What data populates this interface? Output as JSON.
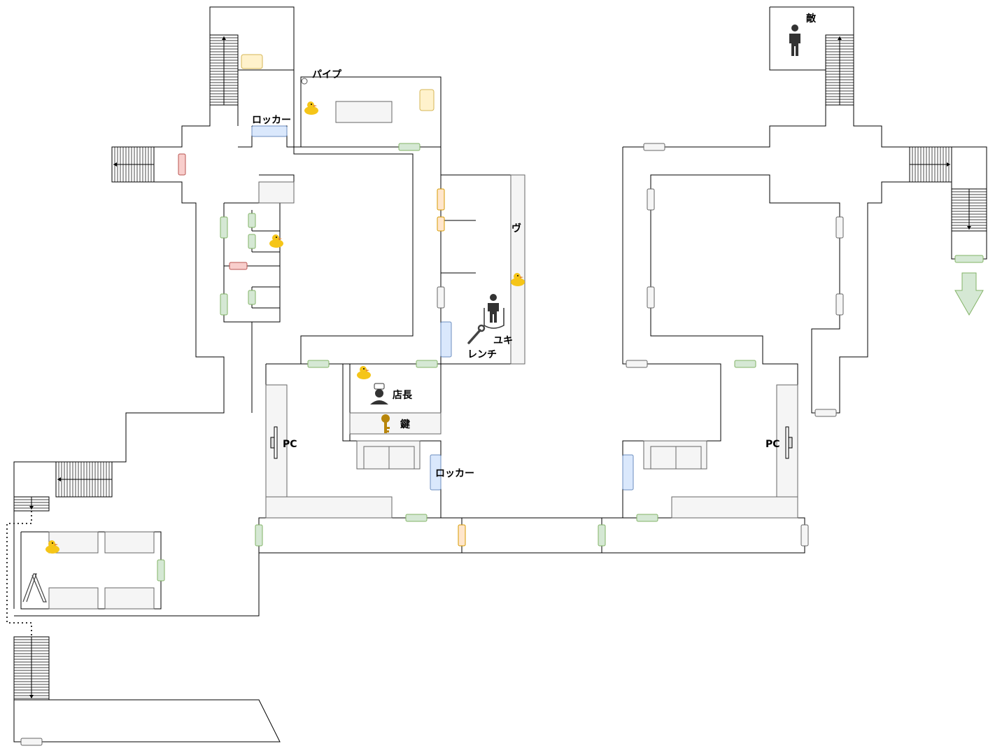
{
  "labels": {
    "enemy": "敵",
    "pipe": "パイプ",
    "locker_top": "ロッカー",
    "locker_bottom": "ロッカー",
    "yuki": "ユキ",
    "wrench": "レンチ",
    "manager": "店長",
    "key": "鍵",
    "pc_left": "PC",
    "pc_right": "PC",
    "hook_glyph": "ヴ"
  },
  "colors": {
    "door_green": "#d5e8d4",
    "door_green_stroke": "#82b366",
    "door_orange": "#ffe6cc",
    "door_orange_stroke": "#d79b00",
    "door_red": "#f8cecc",
    "door_red_stroke": "#b85450",
    "door_blue": "#dae8fc",
    "door_blue_stroke": "#6c8ebf",
    "door_plain": "#f5f5f5",
    "door_plain_stroke": "#666666",
    "note_yellow": "#fff2cc",
    "note_yellow_stroke": "#d6b656",
    "duck": "#f5c518",
    "key": "#b8860b",
    "exit_arrow": "#d5e8d4",
    "exit_arrow_stroke": "#82b366"
  },
  "icons": [
    "person-icon",
    "duck-icon",
    "wrench-icon",
    "key-icon",
    "chef-icon",
    "pipe-icon",
    "exit-arrow-icon",
    "stairs-icon",
    "pc-icon",
    "sofa-icon"
  ]
}
